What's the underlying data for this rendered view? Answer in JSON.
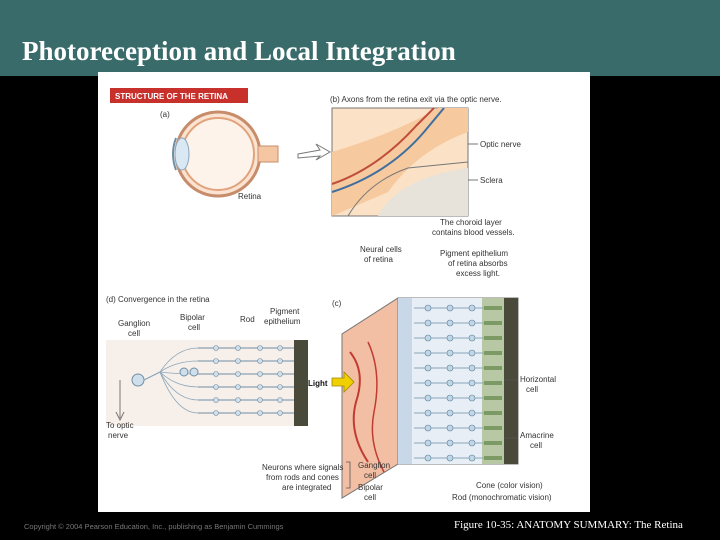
{
  "slide": {
    "title": "Photoreception and Local Integration",
    "copyright": "Copyright © 2004 Pearson Education, Inc., publishing as Benjamin Cummings",
    "caption": "Figure 10-35: ANATOMY SUMMARY: The Retina"
  },
  "figure": {
    "banner": "STRUCTURE OF THE RETINA",
    "panel_a": {
      "tag": "(a)",
      "retina": "Retina"
    },
    "panel_b": {
      "title": "(b) Axons from the retina exit via the optic nerve.",
      "optic_nerve": "Optic nerve",
      "sclera": "Sclera",
      "choroid_1": "The choroid layer",
      "choroid_2": "contains blood vessels."
    },
    "panel_c": {
      "tag": "(c)",
      "neural_1": "Neural cells",
      "neural_2": "of retina",
      "pigment_1": "Pigment epithelium",
      "pigment_2": "of retina absorbs",
      "pigment_3": "excess light.",
      "light": "Light",
      "horizontal_1": "Horizontal",
      "horizontal_2": "cell",
      "amacrine_1": "Amacrine",
      "amacrine_2": "cell",
      "neurons_1": "Neurons where signals",
      "neurons_2": "from rods and cones",
      "neurons_3": "are integrated",
      "ganglion_1": "Ganglion",
      "ganglion_2": "cell",
      "bipolar_1": "Bipolar",
      "bipolar_2": "cell",
      "cone": "Cone (color vision)",
      "rod": "Rod (monochromatic vision)"
    },
    "panel_d": {
      "title": "(d) Convergence in the retina",
      "ganglion_1": "Ganglion",
      "ganglion_2": "cell",
      "bipolar_1": "Bipolar",
      "bipolar_2": "cell",
      "rod": "Rod",
      "pigment_1": "Pigment",
      "pigment_2": "epithelium",
      "optic_1": "To optic",
      "optic_2": "nerve"
    }
  },
  "colors": {
    "title_bar": "#3a6b6b",
    "banner": "#c8302c",
    "tissue": "#f2c9a8",
    "pigment": "#4a4a3a",
    "cells": "#bfd7e6",
    "arrow": "#f0d000"
  }
}
